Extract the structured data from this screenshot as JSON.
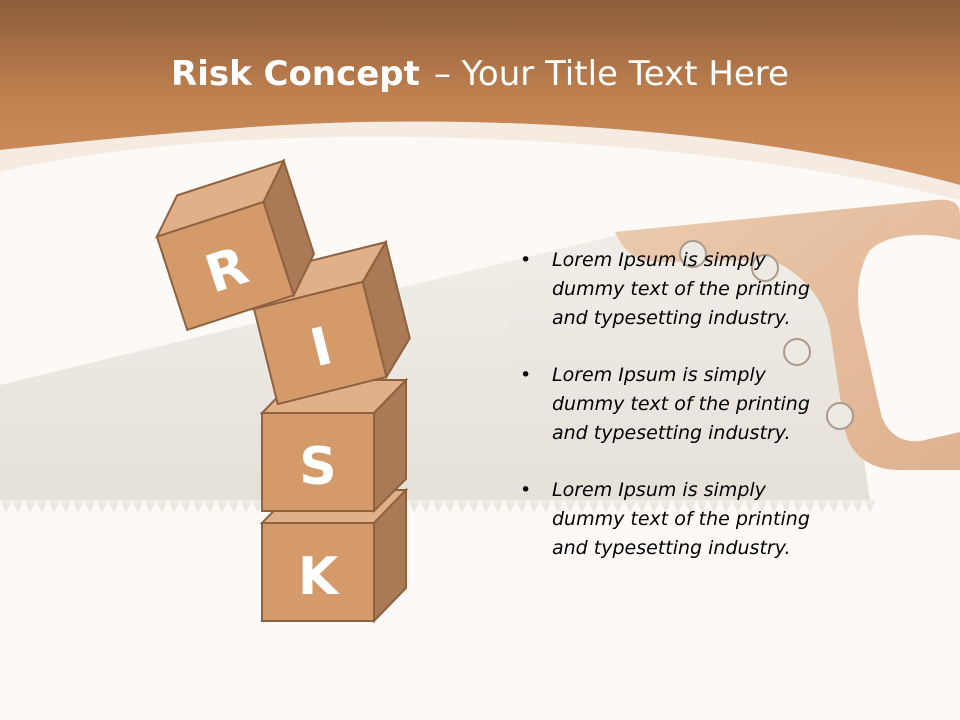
{
  "title": {
    "bold": "Risk Concept",
    "rest": "– Your Title Text Here"
  },
  "blocks": [
    "R",
    "I",
    "S",
    "K"
  ],
  "bullets": [
    "Lorem Ipsum is simply dummy text of the printing and typesetting industry.",
    "Lorem Ipsum is simply dummy text of the printing and typesetting industry.",
    "Lorem Ipsum is simply dummy text of the printing and typesetting industry."
  ],
  "colors": {
    "header": "#c58650",
    "header_dark": "#8a5a38",
    "block_face": "#d49a6a",
    "block_top": "#e0b088",
    "block_side": "#a97a55",
    "block_edge": "#8e6240",
    "background": "#fcf9f6"
  }
}
